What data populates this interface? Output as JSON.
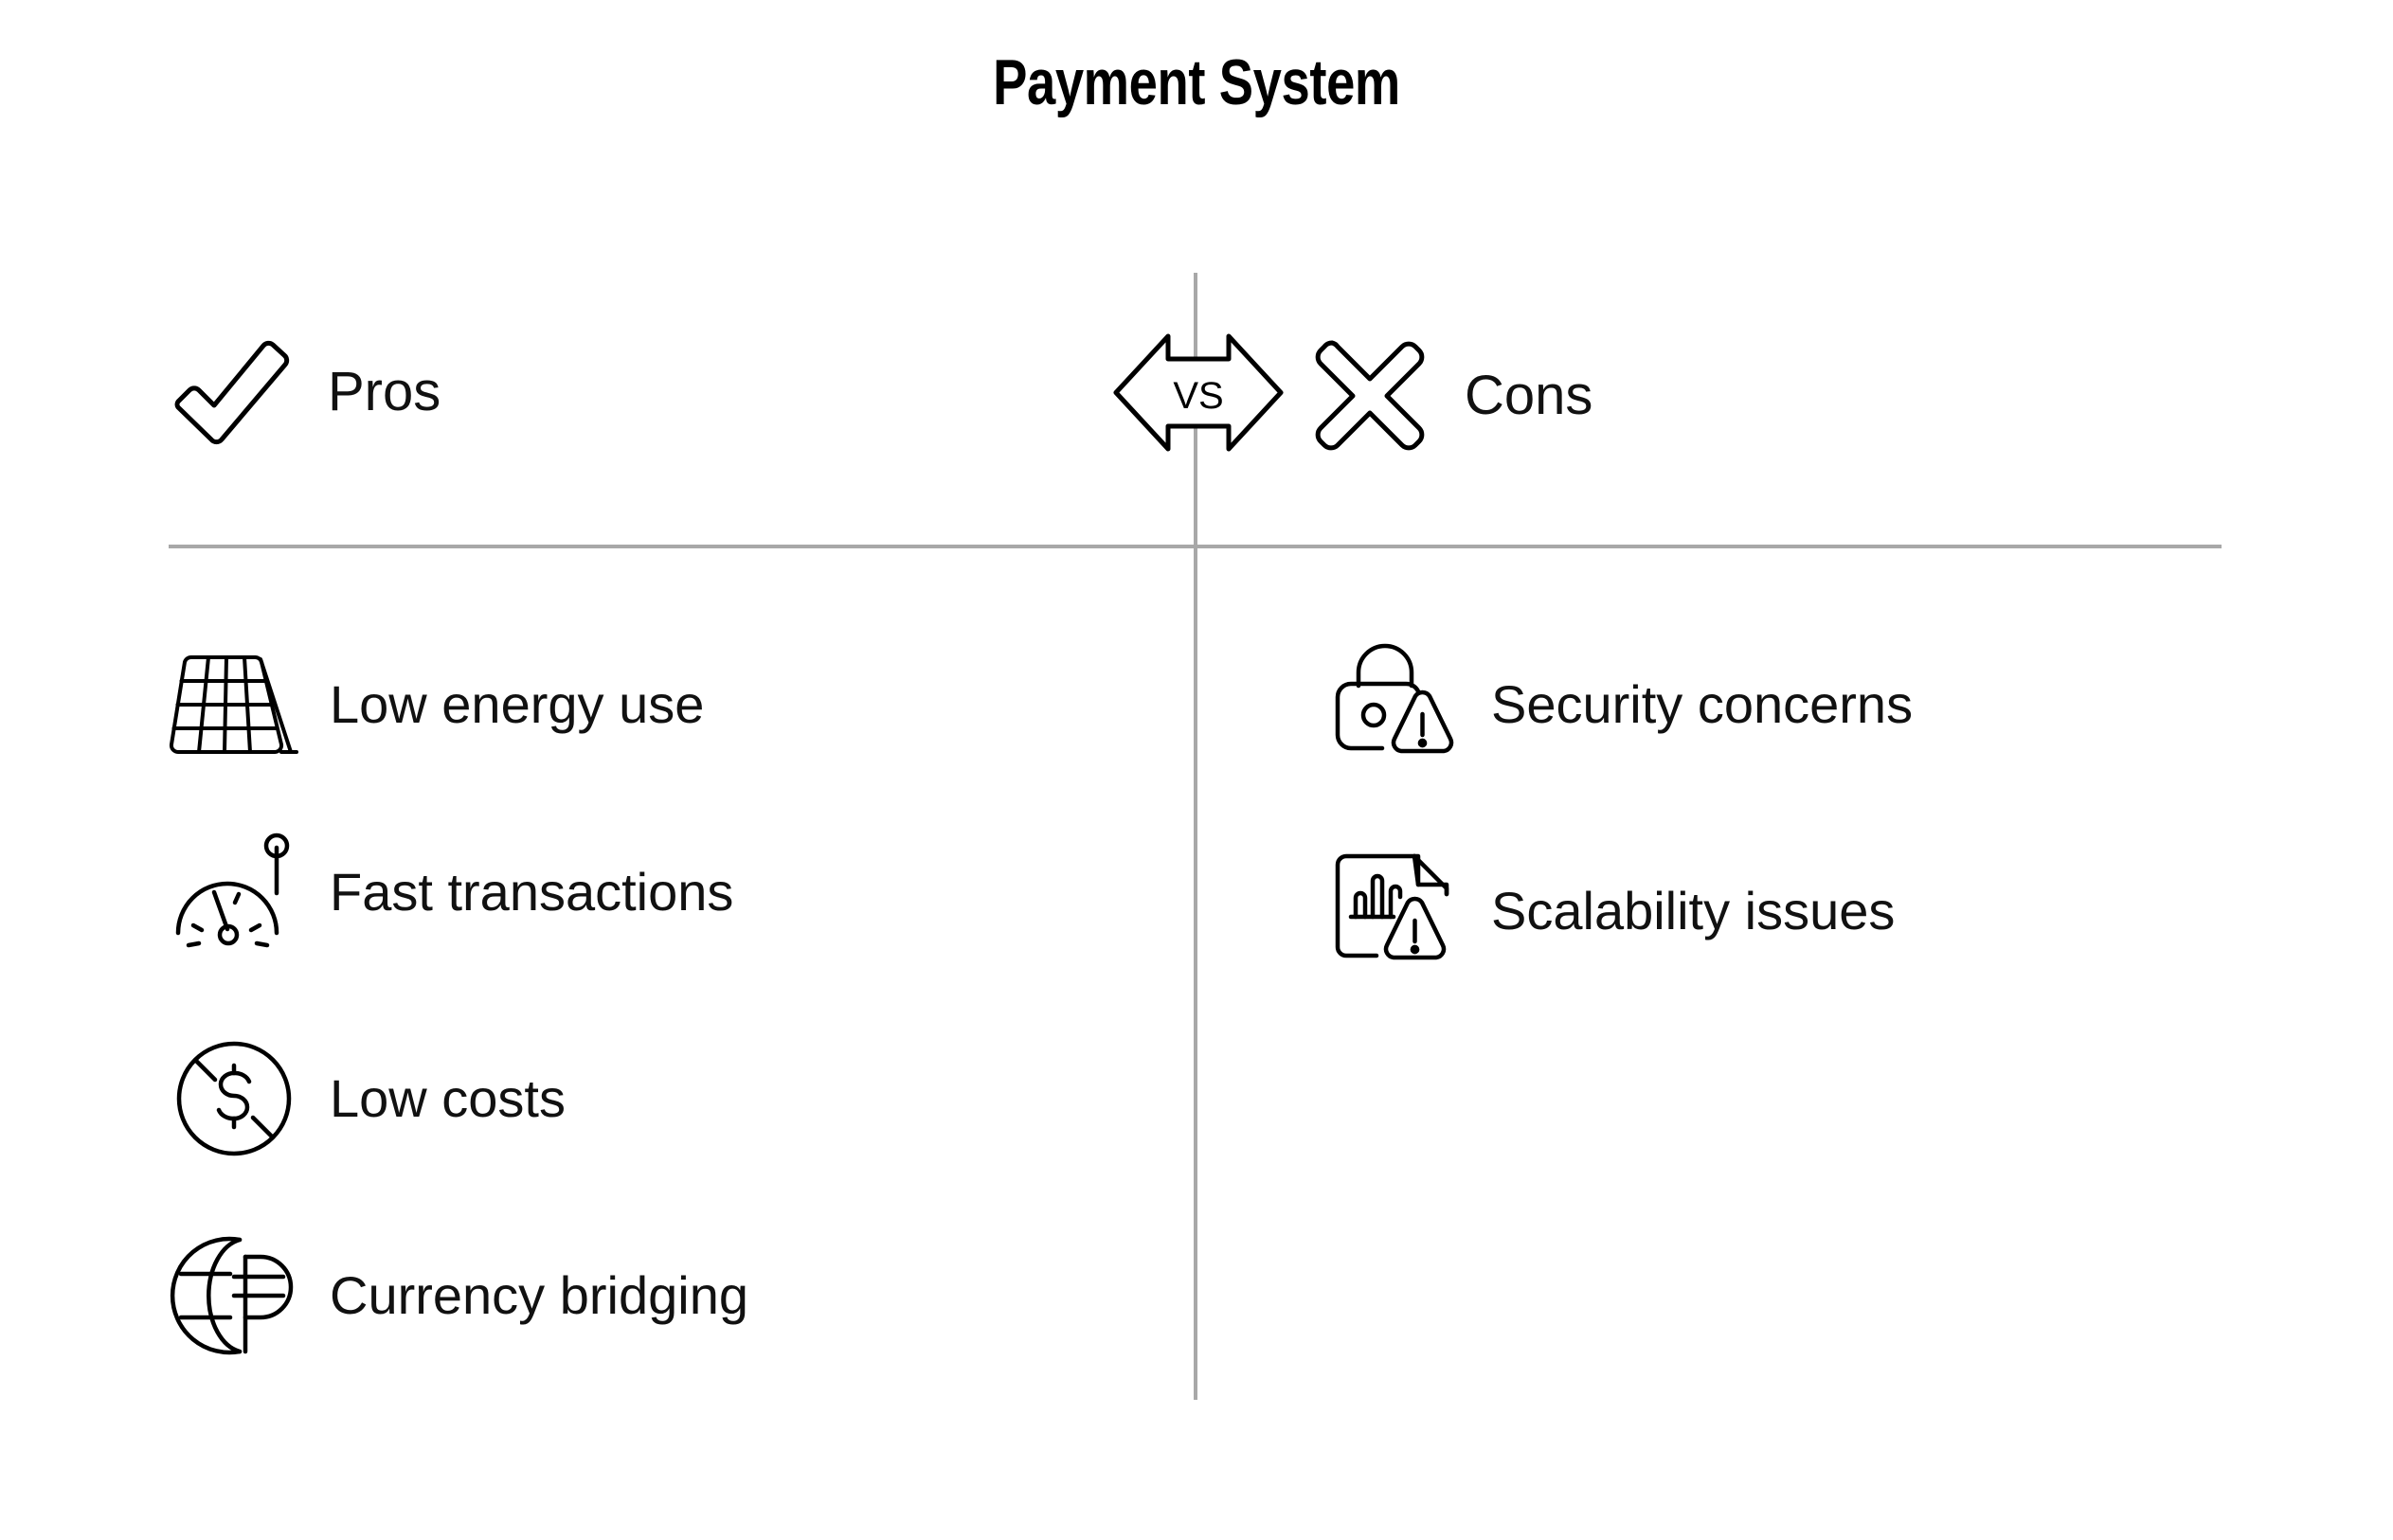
{
  "title": "Payment System",
  "theme": {
    "background": "#ffffff",
    "text": "#111111",
    "stroke": "#000000",
    "divider": "#a8a8a8"
  },
  "header": {
    "pros": {
      "label": "Pros",
      "icon": "check-icon"
    },
    "cons": {
      "label": "Cons",
      "icon": "x-cross-icon"
    },
    "versus": {
      "label": "VS",
      "icon": "vs-double-arrow-icon"
    }
  },
  "columns": {
    "pros": {
      "items": [
        {
          "label": "Low energy use",
          "icon": "solar-panel-icon"
        },
        {
          "label": "Fast transactions",
          "icon": "speedometer-icon"
        },
        {
          "label": "Low costs",
          "icon": "dollar-no-cost-icon"
        },
        {
          "label": "Currency bridging",
          "icon": "globe-currency-icon"
        }
      ]
    },
    "cons": {
      "items": [
        {
          "label": "Security concerns",
          "icon": "lock-warning-icon"
        },
        {
          "label": "Scalability issues",
          "icon": "chart-document-warning-icon"
        }
      ]
    }
  }
}
